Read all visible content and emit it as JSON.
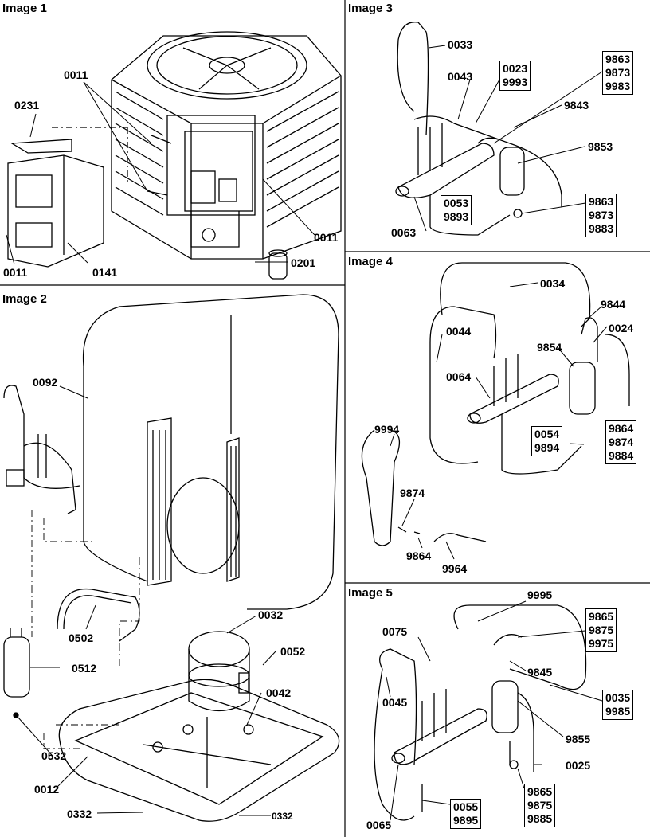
{
  "panels": {
    "image1": {
      "title": "Image 1"
    },
    "image2": {
      "title": "Image 2"
    },
    "image3": {
      "title": "Image 3"
    },
    "image4": {
      "title": "Image 4"
    },
    "image5": {
      "title": "Image 5"
    }
  },
  "callouts": {
    "i1": {
      "p0011a": "0011",
      "p0231": "0231",
      "p0011b": "0011",
      "p0141": "0141",
      "p0011c": "0011",
      "p0201": "0201"
    },
    "i2": {
      "p0092": "0092",
      "p0502": "0502",
      "p0032": "0032",
      "p0052": "0052",
      "p0512": "0512",
      "p0042": "0042",
      "p0532": "0532",
      "p0012": "0012",
      "p0332a": "0332",
      "p0332b": "0332"
    },
    "i3": {
      "p0033": "0033",
      "p0043": "0043",
      "p9843": "9843",
      "p9853": "9853",
      "p0063": "0063",
      "box1": [
        "0023",
        "9993"
      ],
      "box2": [
        "9863",
        "9873",
        "9983"
      ],
      "box3": [
        "0053",
        "9893"
      ],
      "box4": [
        "9863",
        "9873",
        "9883"
      ]
    },
    "i4": {
      "p0034": "0034",
      "p9844": "9844",
      "p0024": "0024",
      "p0044": "0044",
      "p9854": "9854",
      "p0064": "0064",
      "p9994": "9994",
      "p9874": "9874",
      "p9864": "9864",
      "p9964": "9964",
      "box1": [
        "0054",
        "9894"
      ],
      "box2": [
        "9864",
        "9874",
        "9884"
      ]
    },
    "i5": {
      "p9995": "9995",
      "p0075": "0075",
      "p9845": "9845",
      "p0045": "0045",
      "p9855": "9855",
      "p0025": "0025",
      "p0065": "0065",
      "box1": [
        "9865",
        "9875",
        "9975"
      ],
      "box2": [
        "0035",
        "9985"
      ],
      "box3": [
        "0055",
        "9895"
      ],
      "box4": [
        "9865",
        "9875",
        "9885"
      ]
    }
  }
}
